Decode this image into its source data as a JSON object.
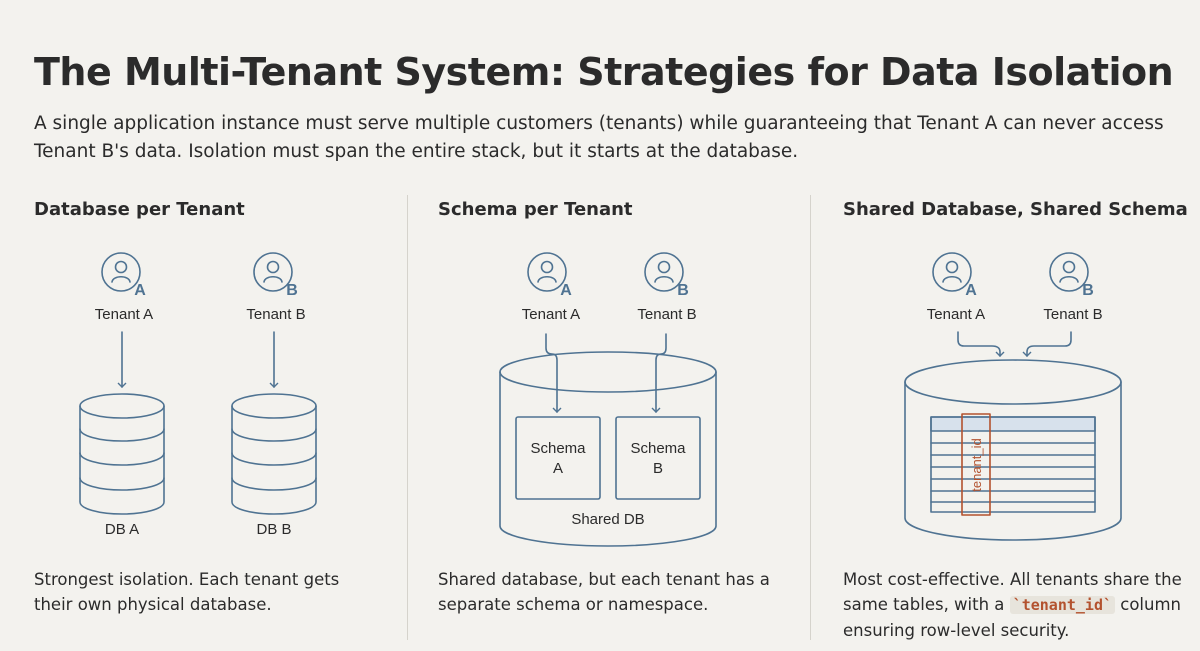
{
  "title": "The Multi-Tenant System: Strategies for Data Isolation",
  "subtitle": "A single application instance must serve multiple customers (tenants) while guaranteeing that Tenant A can never access Tenant B's data. Isolation must span the entire stack, but it starts at the database.",
  "colors": {
    "stroke": "#4f7392",
    "accent": "#b3522f",
    "header_fill": "#d7e1ec",
    "background": "#f3f2ee"
  },
  "columns": [
    {
      "title": "Database per Tenant",
      "tenants": [
        {
          "letter": "A",
          "label": "Tenant A"
        },
        {
          "letter": "B",
          "label": "Tenant B"
        }
      ],
      "databases": [
        "DB A",
        "DB B"
      ],
      "description": "Strongest isolation. Each tenant gets their own physical database."
    },
    {
      "title": "Schema per Tenant",
      "tenants": [
        {
          "letter": "A",
          "label": "Tenant A"
        },
        {
          "letter": "B",
          "label": "Tenant B"
        }
      ],
      "schemas": [
        {
          "line1": "Schema",
          "line2": "A"
        },
        {
          "line1": "Schema",
          "line2": "B"
        }
      ],
      "container_label": "Shared DB",
      "description": "Shared database, but each tenant has a separate schema or namespace."
    },
    {
      "title": "Shared Database, Shared Schema",
      "tenants": [
        {
          "letter": "A",
          "label": "Tenant A"
        },
        {
          "letter": "B",
          "label": "Tenant B"
        }
      ],
      "column_label": "tenant_id",
      "description_before": "Most cost-effective. All tenants share the same tables, with a ",
      "description_code": "`tenant_id`",
      "description_after": " column ensuring row-level security."
    }
  ]
}
